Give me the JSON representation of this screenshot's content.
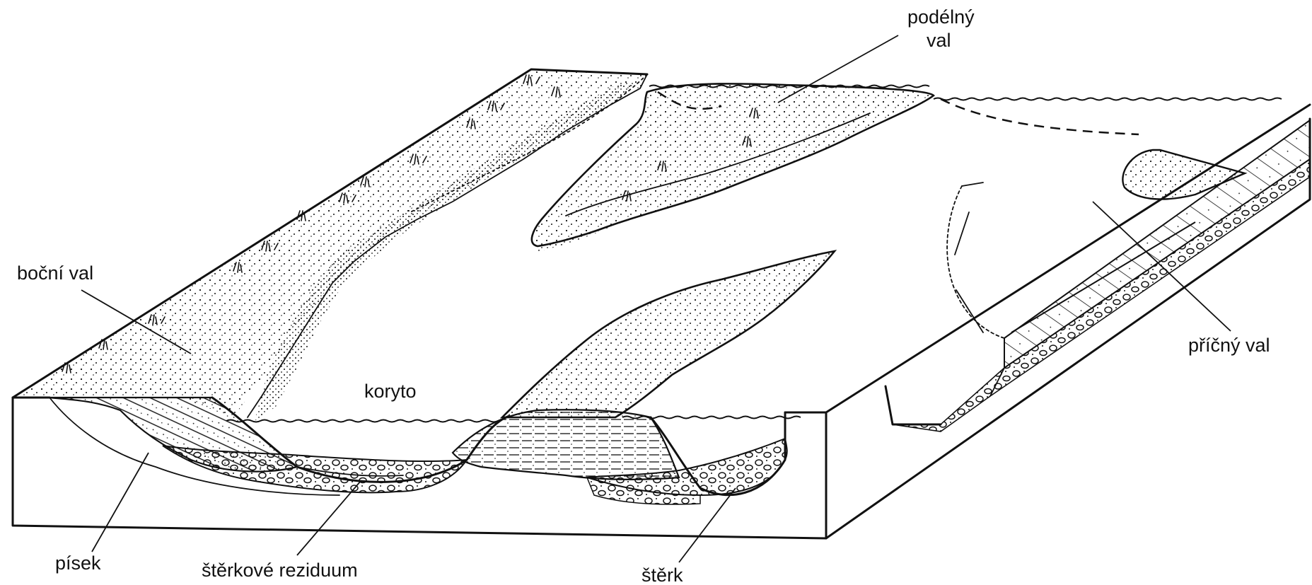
{
  "labels": {
    "lateral_bar": "boční val",
    "longitudinal_bar_line1": "podélný",
    "longitudinal_bar_line2": "val",
    "channel": "koryto",
    "transverse_bar": "příčný val",
    "sand": "písek",
    "gravel_residuum": "štěrkové reziduum",
    "gravel": "štěrk"
  }
}
